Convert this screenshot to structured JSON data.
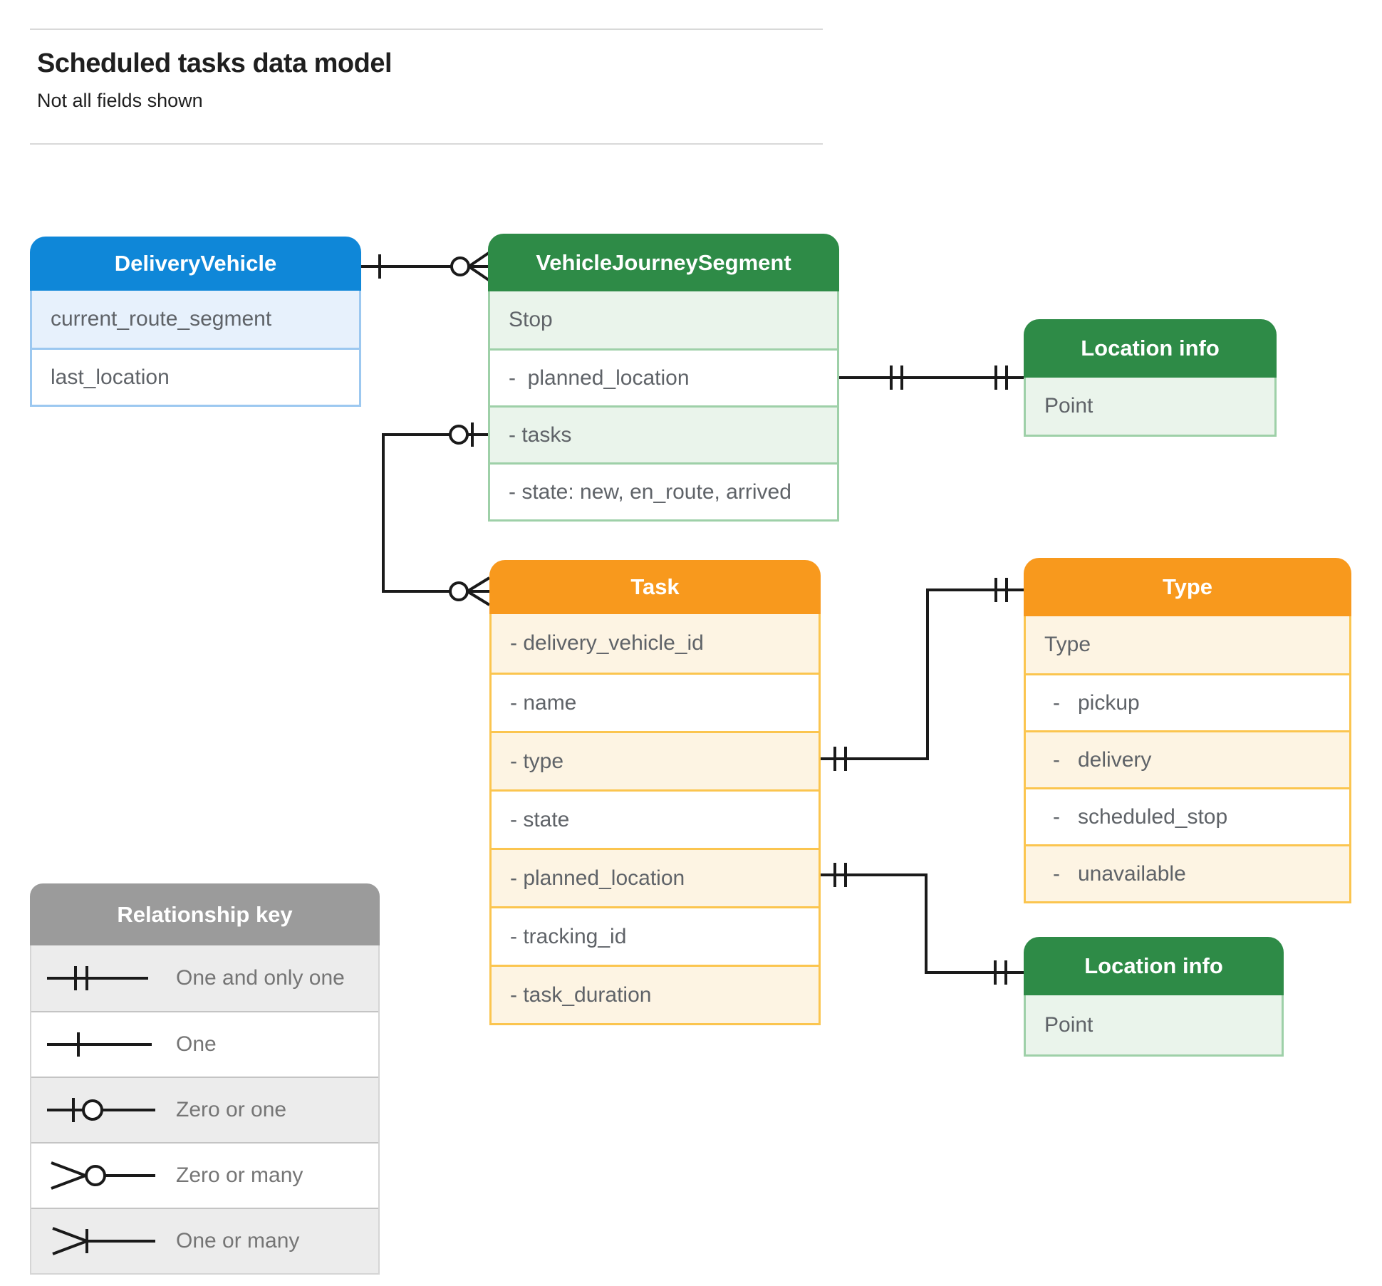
{
  "header": {
    "title": "Scheduled tasks data model",
    "subtitle": "Not all fields shown"
  },
  "entities": {
    "delivery_vehicle": {
      "title": "DeliveryVehicle",
      "rows": [
        "current_route_segment",
        "last_location"
      ]
    },
    "vehicle_journey_segment": {
      "title": "VehicleJourneySegment",
      "rows": [
        "Stop",
        "-  planned_location",
        "- tasks",
        "- state: new, en_route, arrived"
      ]
    },
    "location_info_top": {
      "title": "Location info",
      "rows": [
        "Point"
      ]
    },
    "task": {
      "title": "Task",
      "rows": [
        "- delivery_vehicle_id",
        "- name",
        "- type",
        "- state",
        "- planned_location",
        "- tracking_id",
        "- task_duration"
      ]
    },
    "type": {
      "title": "Type",
      "rows": [
        "Type",
        "-   pickup",
        "-   delivery",
        "-   scheduled_stop",
        "-   unavailable"
      ]
    },
    "location_info_bottom": {
      "title": "Location info",
      "rows": [
        "Point"
      ]
    }
  },
  "legend": {
    "title": "Relationship key",
    "items": [
      {
        "icon": "one-and-only-one",
        "label": "One and only one"
      },
      {
        "icon": "one",
        "label": "One"
      },
      {
        "icon": "zero-or-one",
        "label": "Zero or one"
      },
      {
        "icon": "zero-or-many",
        "label": "Zero or many"
      },
      {
        "icon": "one-or-many",
        "label": "One or many"
      }
    ]
  },
  "colors": {
    "blue_header": "#0f87d8",
    "blue_row": "#e7f1fc",
    "green_header": "#2e8b47",
    "green_row": "#eaf4eb",
    "orange_header": "#f8991d",
    "orange_row": "#fdf4e3",
    "gray_header": "#9b9b9b",
    "gray_row": "#ececec",
    "connector_line": "#1a1a1a"
  }
}
